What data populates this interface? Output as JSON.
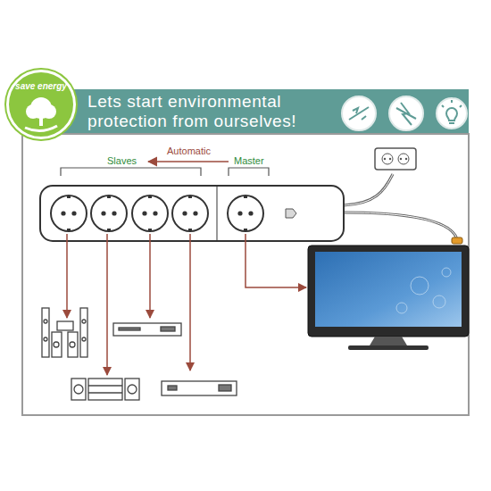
{
  "diagram": {
    "title": "Lets start environmental protection from ourselves!",
    "nodes": [
      {
        "text": [
          "save energy"
        ]
      }
    ],
    "labels": [
      "Slaves",
      "Automatic",
      "Master"
    ]
  }
}
